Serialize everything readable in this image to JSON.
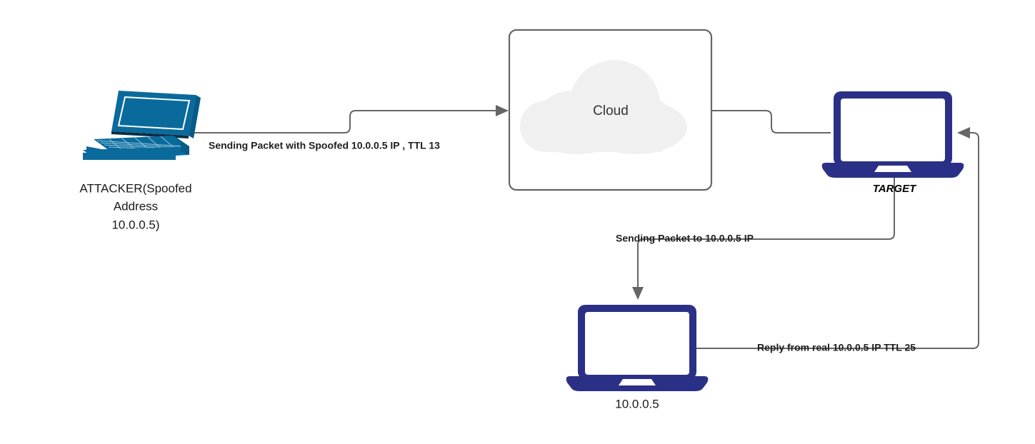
{
  "diagram": {
    "title": "IP Spoofing TTL Attack Diagram",
    "background_color": "#ffffff",
    "nodes": [
      {
        "id": "attacker",
        "icon": "laptop-isometric-icon",
        "color": "#0b6a9c",
        "label_lines": [
          "ATTACKER(Spoofed",
          "Address",
          "10.0.0.5)"
        ]
      },
      {
        "id": "cloud",
        "icon": "cloud-icon",
        "color": "#f0f0f0",
        "border_color": "#666666",
        "label": "Cloud"
      },
      {
        "id": "target",
        "icon": "laptop-front-icon",
        "color": "#2b3087",
        "label": "TARGET"
      },
      {
        "id": "victim",
        "icon": "laptop-front-icon",
        "color": "#2b3087",
        "label": "10.0.0.5"
      }
    ],
    "edges": [
      {
        "id": "attacker-to-cloud",
        "from": "attacker",
        "to": "cloud",
        "label": "Sending Packet with Spoofed 10.0.0.5 IP , TTL 13",
        "arrow": "end",
        "color": "#666666"
      },
      {
        "id": "cloud-to-target",
        "from": "cloud",
        "to": "target",
        "label": "",
        "arrow": "none",
        "color": "#666666"
      },
      {
        "id": "target-to-victim",
        "from": "target",
        "to": "victim",
        "label": "Sending Packet to 10.0.0.5 IP",
        "arrow": "end",
        "color": "#666666"
      },
      {
        "id": "victim-to-target",
        "from": "victim",
        "to": "target",
        "label": "Reply from real 10.0.0.5 IP TTL 25",
        "arrow": "end",
        "color": "#666666"
      }
    ]
  },
  "labels": {
    "attacker_line1": "ATTACKER(Spoofed",
    "attacker_line2": "Address",
    "attacker_line3": "10.0.0.5)",
    "cloud": "Cloud",
    "target": "TARGET",
    "victim": "10.0.0.5",
    "edge_spoofed": "Sending Packet with Spoofed 10.0.0.5 IP , TTL 13",
    "edge_to_victim": "Sending Packet to 10.0.0.5 IP",
    "edge_reply": "Reply from real 10.0.0.5 IP TTL 25"
  }
}
